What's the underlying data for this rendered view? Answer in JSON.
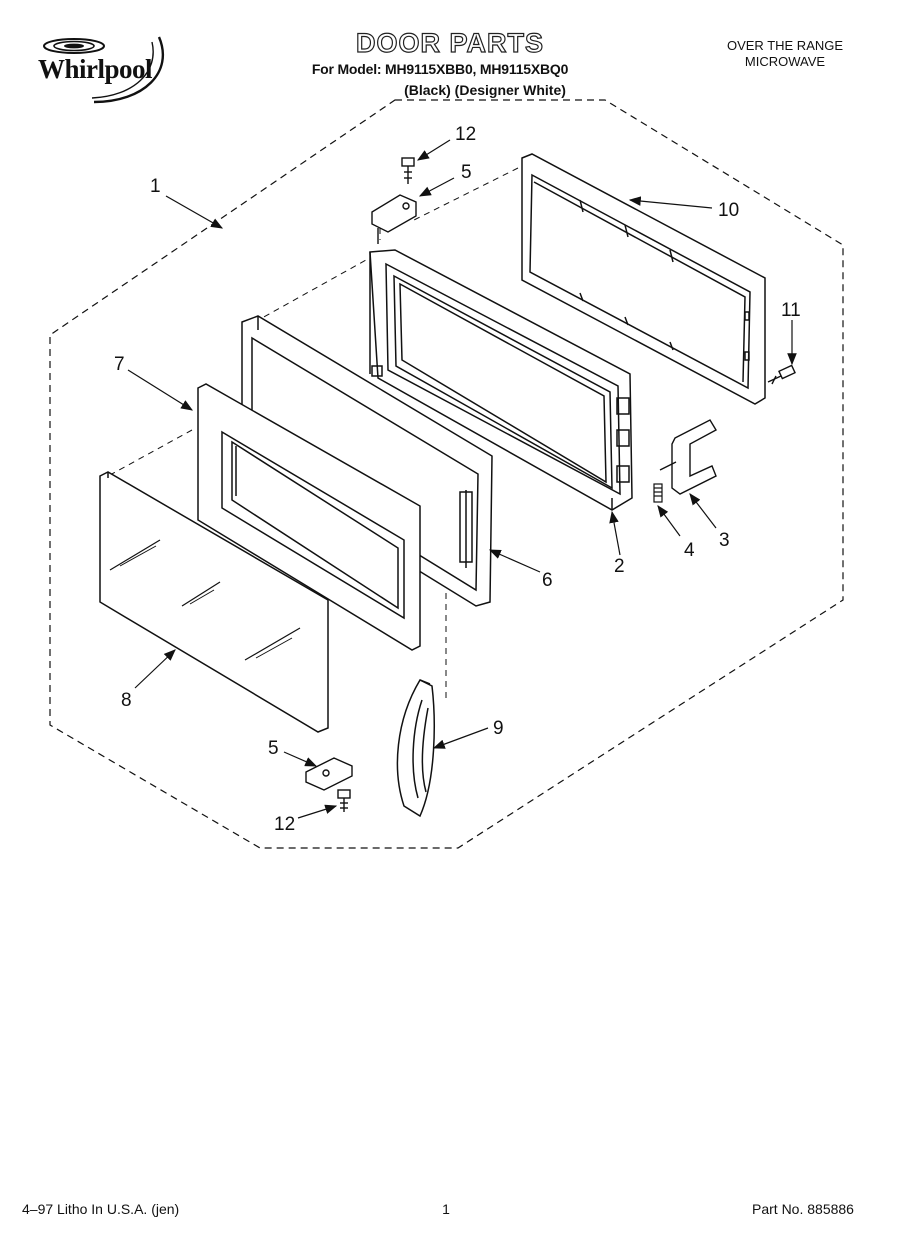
{
  "header": {
    "brand": "Whirlpool",
    "title": "DOOR PARTS",
    "model_line": "For Model: MH9115XBB0, MH9115XBQ0",
    "variant_line": "(Black) (Designer White)",
    "product_line1": "OVER THE RANGE",
    "product_line2": "MICROWAVE"
  },
  "callouts": {
    "c1": "1",
    "c2": "2",
    "c3": "3",
    "c4": "4",
    "c5a": "5",
    "c5b": "5",
    "c6": "6",
    "c7": "7",
    "c8": "8",
    "c9": "9",
    "c10": "10",
    "c11": "11",
    "c12a": "12",
    "c12b": "12"
  },
  "footer": {
    "left": "4–97 Litho In U.S.A. (jen)",
    "page": "1",
    "part_no": "Part No. 885886"
  },
  "colors": {
    "ink": "#111111",
    "paper": "#ffffff"
  }
}
